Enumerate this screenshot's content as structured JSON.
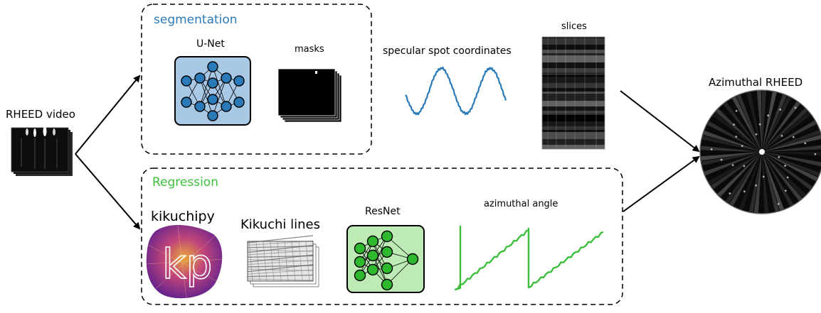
{
  "diagram": {
    "input_label": "RHEED video",
    "segmentation": {
      "title": "segmentation",
      "unet_label": "U-Net",
      "masks_label": "masks",
      "coords_label": "specular spot coordinates",
      "slices_label": "slices"
    },
    "regression": {
      "title": "Regression",
      "kikuchipy_label": "kikuchipy",
      "logo_text": "kp",
      "kikuchi_lines_label": "Kikuchi lines",
      "resnet_label": "ResNet",
      "angle_label": "azimuthal angle"
    },
    "output_label": "Azimuthal RHEED"
  },
  "colors": {
    "segmentation_accent": "#2a7ab8",
    "regression_accent": "#3dbf3d",
    "unet_fill": "#a9c8e6",
    "resnet_fill": "#bdeab5",
    "node_blue": "#2a7ab8",
    "node_green": "#2eb82e"
  }
}
